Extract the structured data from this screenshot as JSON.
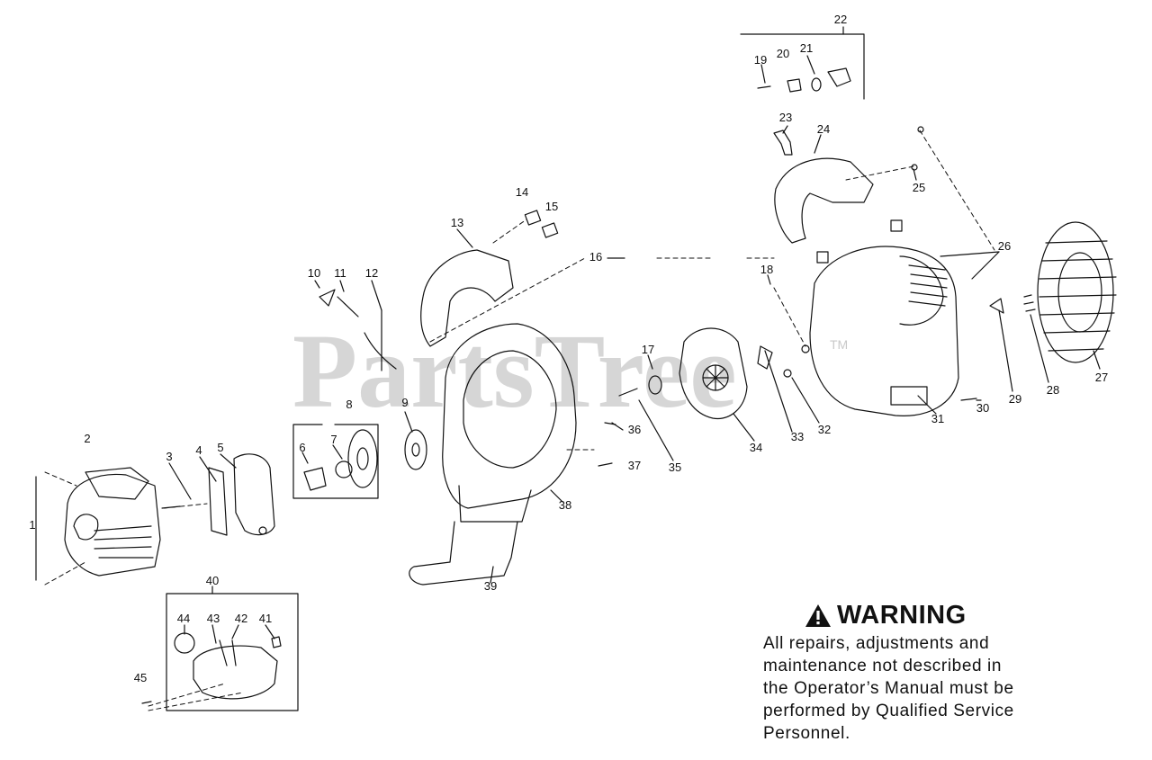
{
  "watermark": {
    "text": "PartsTree",
    "mark": "TM"
  },
  "callouts": [
    {
      "id": "1",
      "label": "1"
    },
    {
      "id": "2",
      "label": "2"
    },
    {
      "id": "3",
      "label": "3"
    },
    {
      "id": "4",
      "label": "4"
    },
    {
      "id": "5",
      "label": "5"
    },
    {
      "id": "6",
      "label": "6"
    },
    {
      "id": "7",
      "label": "7"
    },
    {
      "id": "8",
      "label": "8"
    },
    {
      "id": "9",
      "label": "9"
    },
    {
      "id": "10",
      "label": "10"
    },
    {
      "id": "11",
      "label": "11"
    },
    {
      "id": "12",
      "label": "12"
    },
    {
      "id": "13",
      "label": "13"
    },
    {
      "id": "14",
      "label": "14"
    },
    {
      "id": "15",
      "label": "15"
    },
    {
      "id": "16",
      "label": "16"
    },
    {
      "id": "17",
      "label": "17"
    },
    {
      "id": "18",
      "label": "18"
    },
    {
      "id": "19",
      "label": "19"
    },
    {
      "id": "20",
      "label": "20"
    },
    {
      "id": "21",
      "label": "21"
    },
    {
      "id": "22",
      "label": "22"
    },
    {
      "id": "23",
      "label": "23"
    },
    {
      "id": "24",
      "label": "24"
    },
    {
      "id": "25",
      "label": "25"
    },
    {
      "id": "26",
      "label": "26"
    },
    {
      "id": "27",
      "label": "27"
    },
    {
      "id": "28",
      "label": "28"
    },
    {
      "id": "29",
      "label": "29"
    },
    {
      "id": "30",
      "label": "30"
    },
    {
      "id": "31",
      "label": "31"
    },
    {
      "id": "32",
      "label": "32"
    },
    {
      "id": "33",
      "label": "33"
    },
    {
      "id": "34",
      "label": "34"
    },
    {
      "id": "35",
      "label": "35"
    },
    {
      "id": "36",
      "label": "36"
    },
    {
      "id": "37",
      "label": "37"
    },
    {
      "id": "38",
      "label": "38"
    },
    {
      "id": "39",
      "label": "39"
    },
    {
      "id": "40",
      "label": "40"
    },
    {
      "id": "41",
      "label": "41"
    },
    {
      "id": "42",
      "label": "42"
    },
    {
      "id": "43",
      "label": "43"
    },
    {
      "id": "44",
      "label": "44"
    },
    {
      "id": "45",
      "label": "45"
    }
  ],
  "warning": {
    "icon": "warning-triangle-icon",
    "title": "WARNING",
    "lines": [
      "All repairs, adjustments and",
      "maintenance not described in",
      "the Operator’s Manual must be",
      "performed by Qualified Service",
      "Personnel."
    ]
  }
}
